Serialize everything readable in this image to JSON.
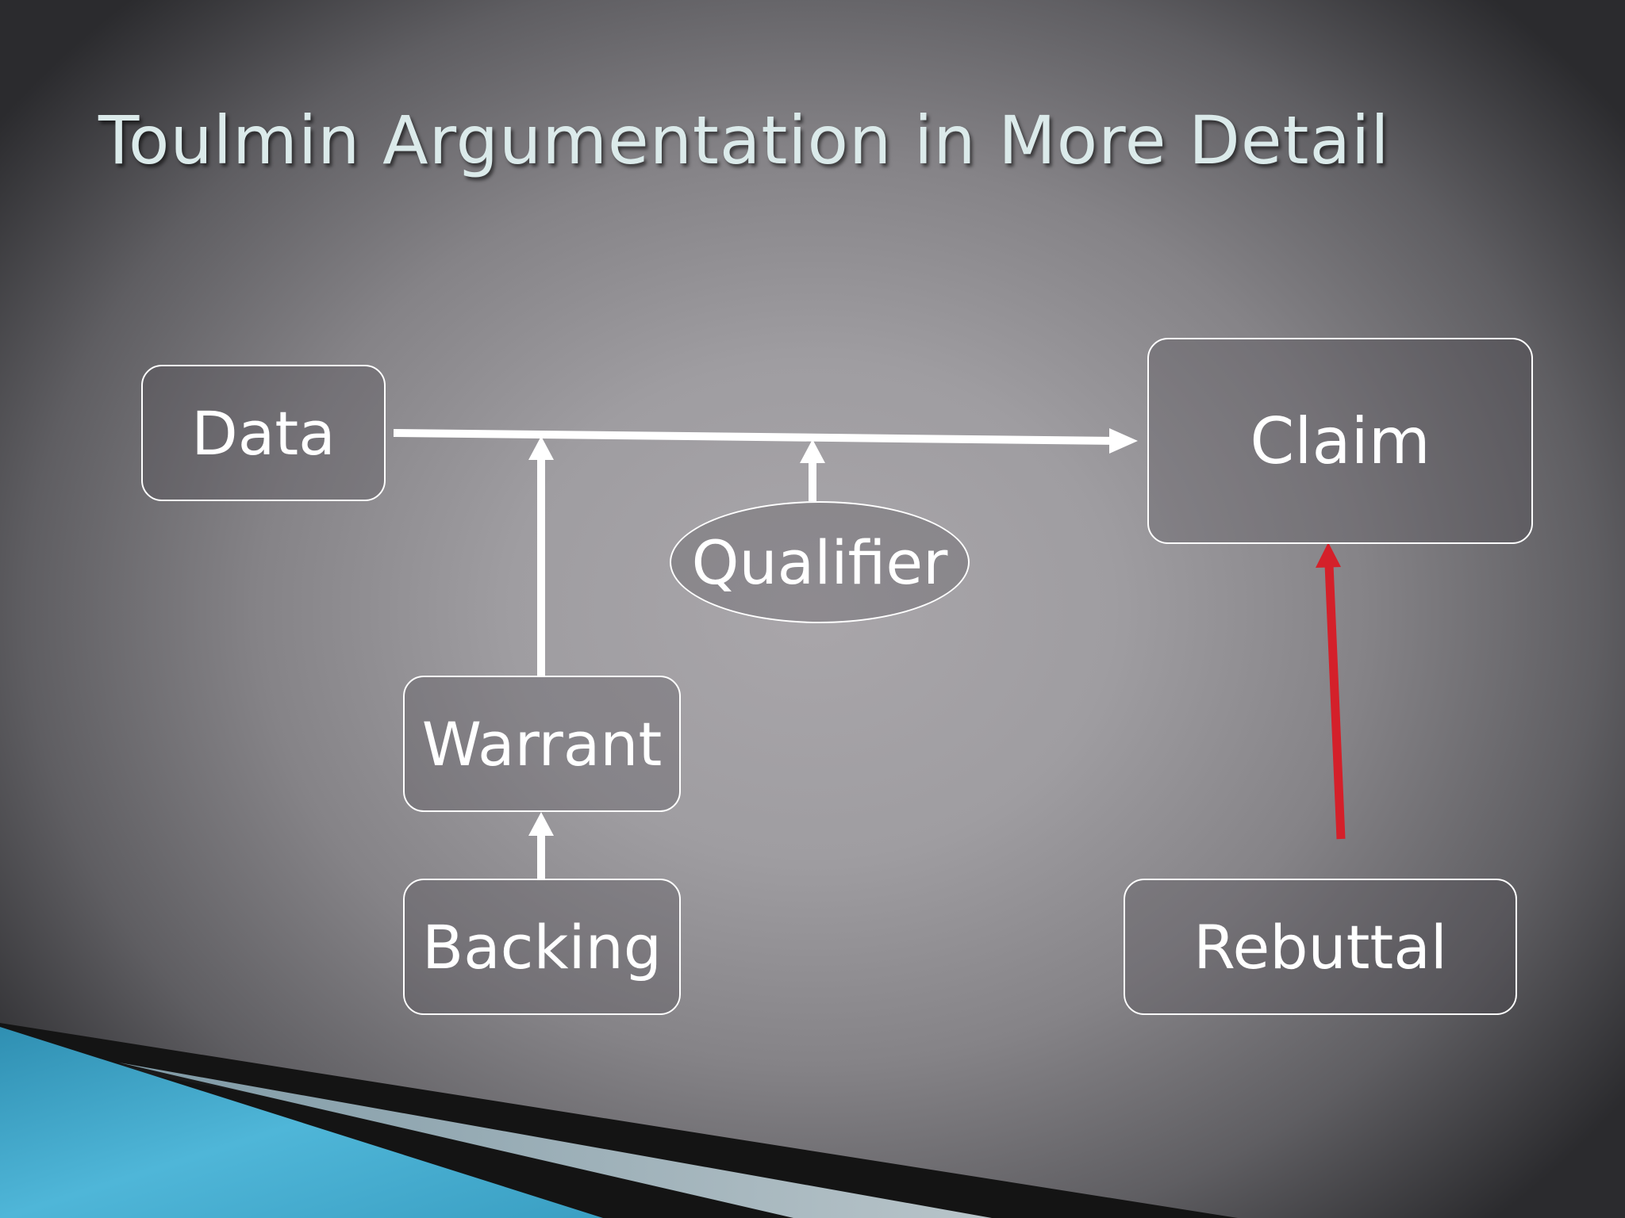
{
  "slide": {
    "title": "Toulmin Argumentation in More Detail"
  },
  "nodes": {
    "data": "Data",
    "claim": "Claim",
    "qualifier": "Qualifier",
    "warrant": "Warrant",
    "backing": "Backing",
    "rebuttal": "Rebuttal"
  },
  "colors": {
    "arrow": "#ffffff",
    "rebuttal_arrow": "#d4202a",
    "accent_blue": "#3aa6c9"
  }
}
